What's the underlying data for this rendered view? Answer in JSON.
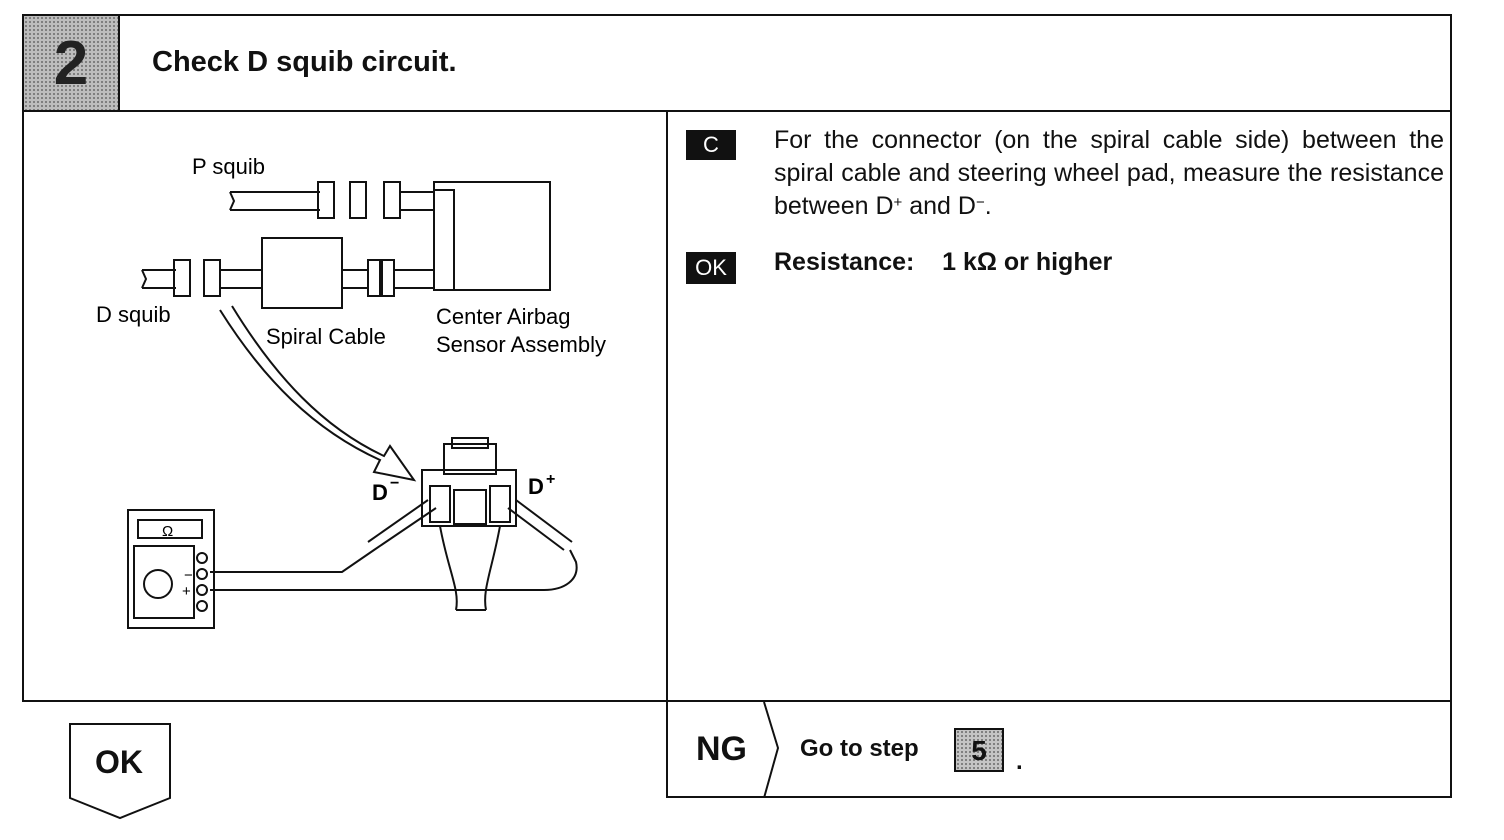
{
  "step": {
    "number": "2",
    "title": "Check D squib circuit."
  },
  "diagram": {
    "labels": {
      "p_squib": "P squib",
      "d_squib": "D squib",
      "spiral_cable": "Spiral Cable",
      "center_airbag_line1": "Center Airbag",
      "center_airbag_line2": "Sensor Assembly",
      "d_minus": "D",
      "d_plus": "D",
      "meter_ohm": "Ω",
      "meter_minus": "−",
      "meter_plus": "+"
    }
  },
  "instruction": {
    "tag": "C",
    "text_before": "For the connector (on the spiral cable side) between the spiral cable and steering wheel pad, measure the resistance between D",
    "plus": "+",
    "text_middle": " and D",
    "minus": "−",
    "text_after": ".",
    "ok_tag": "OK",
    "spec_label": "Resistance:",
    "spec_value": "1 kΩ or higher"
  },
  "result": {
    "ok": "OK",
    "ng": "NG",
    "goto_text": "Go to step",
    "goto_step": "5",
    "period": "."
  },
  "colors": {
    "ink": "#111111",
    "step_fill": "#bdbdbd",
    "tag_fill": "#111111"
  }
}
